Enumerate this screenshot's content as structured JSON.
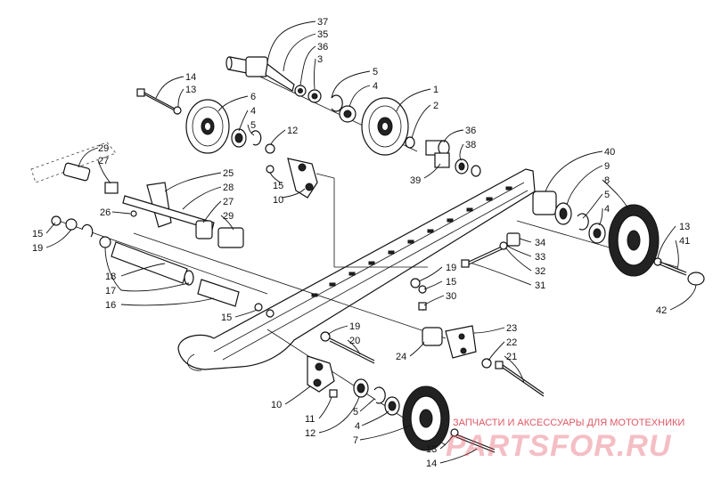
{
  "labels": [
    {
      "id": "l37",
      "text": "37"
    },
    {
      "id": "l35",
      "text": "35"
    },
    {
      "id": "l36a",
      "text": "36"
    },
    {
      "id": "l3",
      "text": "3"
    },
    {
      "id": "l5a",
      "text": "5"
    },
    {
      "id": "l4a",
      "text": "4"
    },
    {
      "id": "l1",
      "text": "1"
    },
    {
      "id": "l2",
      "text": "2"
    },
    {
      "id": "l14a",
      "text": "14"
    },
    {
      "id": "l13a",
      "text": "13"
    },
    {
      "id": "l6",
      "text": "6"
    },
    {
      "id": "l4b",
      "text": "4"
    },
    {
      "id": "l5b",
      "text": "5"
    },
    {
      "id": "l12a",
      "text": "12"
    },
    {
      "id": "l36b",
      "text": "36"
    },
    {
      "id": "l38",
      "text": "38"
    },
    {
      "id": "l39",
      "text": "39"
    },
    {
      "id": "l29a",
      "text": "29"
    },
    {
      "id": "l27a",
      "text": "27"
    },
    {
      "id": "l25",
      "text": "25"
    },
    {
      "id": "l28",
      "text": "28"
    },
    {
      "id": "l27b",
      "text": "27"
    },
    {
      "id": "l29b",
      "text": "29"
    },
    {
      "id": "l26",
      "text": "26"
    },
    {
      "id": "l15a",
      "text": "15"
    },
    {
      "id": "l10a",
      "text": "10"
    },
    {
      "id": "l40",
      "text": "40"
    },
    {
      "id": "l9",
      "text": "9"
    },
    {
      "id": "l8",
      "text": "8"
    },
    {
      "id": "l5c",
      "text": "5"
    },
    {
      "id": "l4c",
      "text": "4"
    },
    {
      "id": "l13b",
      "text": "13"
    },
    {
      "id": "l41",
      "text": "41"
    },
    {
      "id": "l42",
      "text": "42"
    },
    {
      "id": "l15b",
      "text": "15"
    },
    {
      "id": "l19a",
      "text": "19"
    },
    {
      "id": "l18",
      "text": "18"
    },
    {
      "id": "l17",
      "text": "17"
    },
    {
      "id": "l16",
      "text": "16"
    },
    {
      "id": "l34",
      "text": "34"
    },
    {
      "id": "l33",
      "text": "33"
    },
    {
      "id": "l32",
      "text": "32"
    },
    {
      "id": "l31",
      "text": "31"
    },
    {
      "id": "l19b",
      "text": "19"
    },
    {
      "id": "l15c",
      "text": "15"
    },
    {
      "id": "l30",
      "text": "30"
    },
    {
      "id": "l15d",
      "text": "15"
    },
    {
      "id": "l19c",
      "text": "19"
    },
    {
      "id": "l20",
      "text": "20"
    },
    {
      "id": "l23",
      "text": "23"
    },
    {
      "id": "l22",
      "text": "22"
    },
    {
      "id": "l24",
      "text": "24"
    },
    {
      "id": "l21",
      "text": "21"
    },
    {
      "id": "l10b",
      "text": "10"
    },
    {
      "id": "l11",
      "text": "11"
    },
    {
      "id": "l12b",
      "text": "12"
    },
    {
      "id": "l5d",
      "text": "5"
    },
    {
      "id": "l4d",
      "text": "4"
    },
    {
      "id": "l7",
      "text": "7"
    },
    {
      "id": "l13c",
      "text": "13"
    },
    {
      "id": "l14b",
      "text": "14"
    }
  ],
  "watermark": {
    "caption": "ЗАПЧАСТИ И АКСЕССУАРЫ ДЛЯ МОТОТЕХНИКИ",
    "brand": "PARTSFOR.RU"
  }
}
